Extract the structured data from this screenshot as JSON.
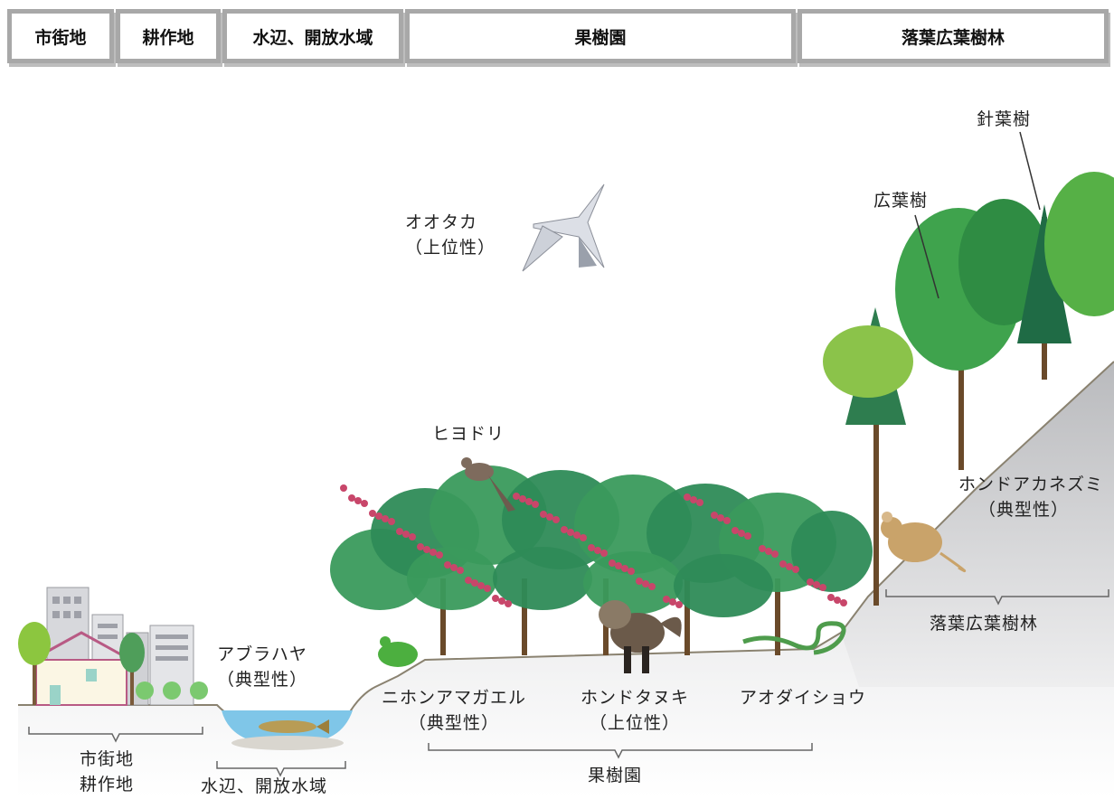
{
  "header_tabs": [
    {
      "label": "市街地"
    },
    {
      "label": "耕作地"
    },
    {
      "label": "水辺、開放水域"
    },
    {
      "label": "果樹園"
    },
    {
      "label": "落葉広葉樹林"
    }
  ],
  "species": {
    "goshawk": {
      "name": "オオタカ",
      "role": "（上位性）"
    },
    "bulbul": {
      "name": "ヒヨドリ"
    },
    "minnow": {
      "name": "アブラハヤ",
      "role": "（典型性）"
    },
    "treefrog": {
      "name": "ニホンアマガエル",
      "role": "（典型性）"
    },
    "raccoon_dog": {
      "name": "ホンドタヌキ",
      "role": "（上位性）"
    },
    "snake": {
      "name": "アオダイショウ"
    },
    "wood_mouse": {
      "name": "ホンドアカネズミ",
      "role": "（典型性）"
    }
  },
  "tree_labels": {
    "conifer": "針葉樹",
    "broadleaf": "広葉樹"
  },
  "zones": {
    "urban": "市街地",
    "farm": "耕作地",
    "waterside": "水辺、開放水域",
    "orchard": "果樹園",
    "forest": "落葉広葉樹林"
  },
  "colors": {
    "header_border": "#a8a8a8",
    "ground": "#c9cacc",
    "water": "#7fc6e8",
    "leaf_light": "#6cc04a",
    "leaf_dark": "#2e8b57",
    "fruit": "#c8466a"
  }
}
